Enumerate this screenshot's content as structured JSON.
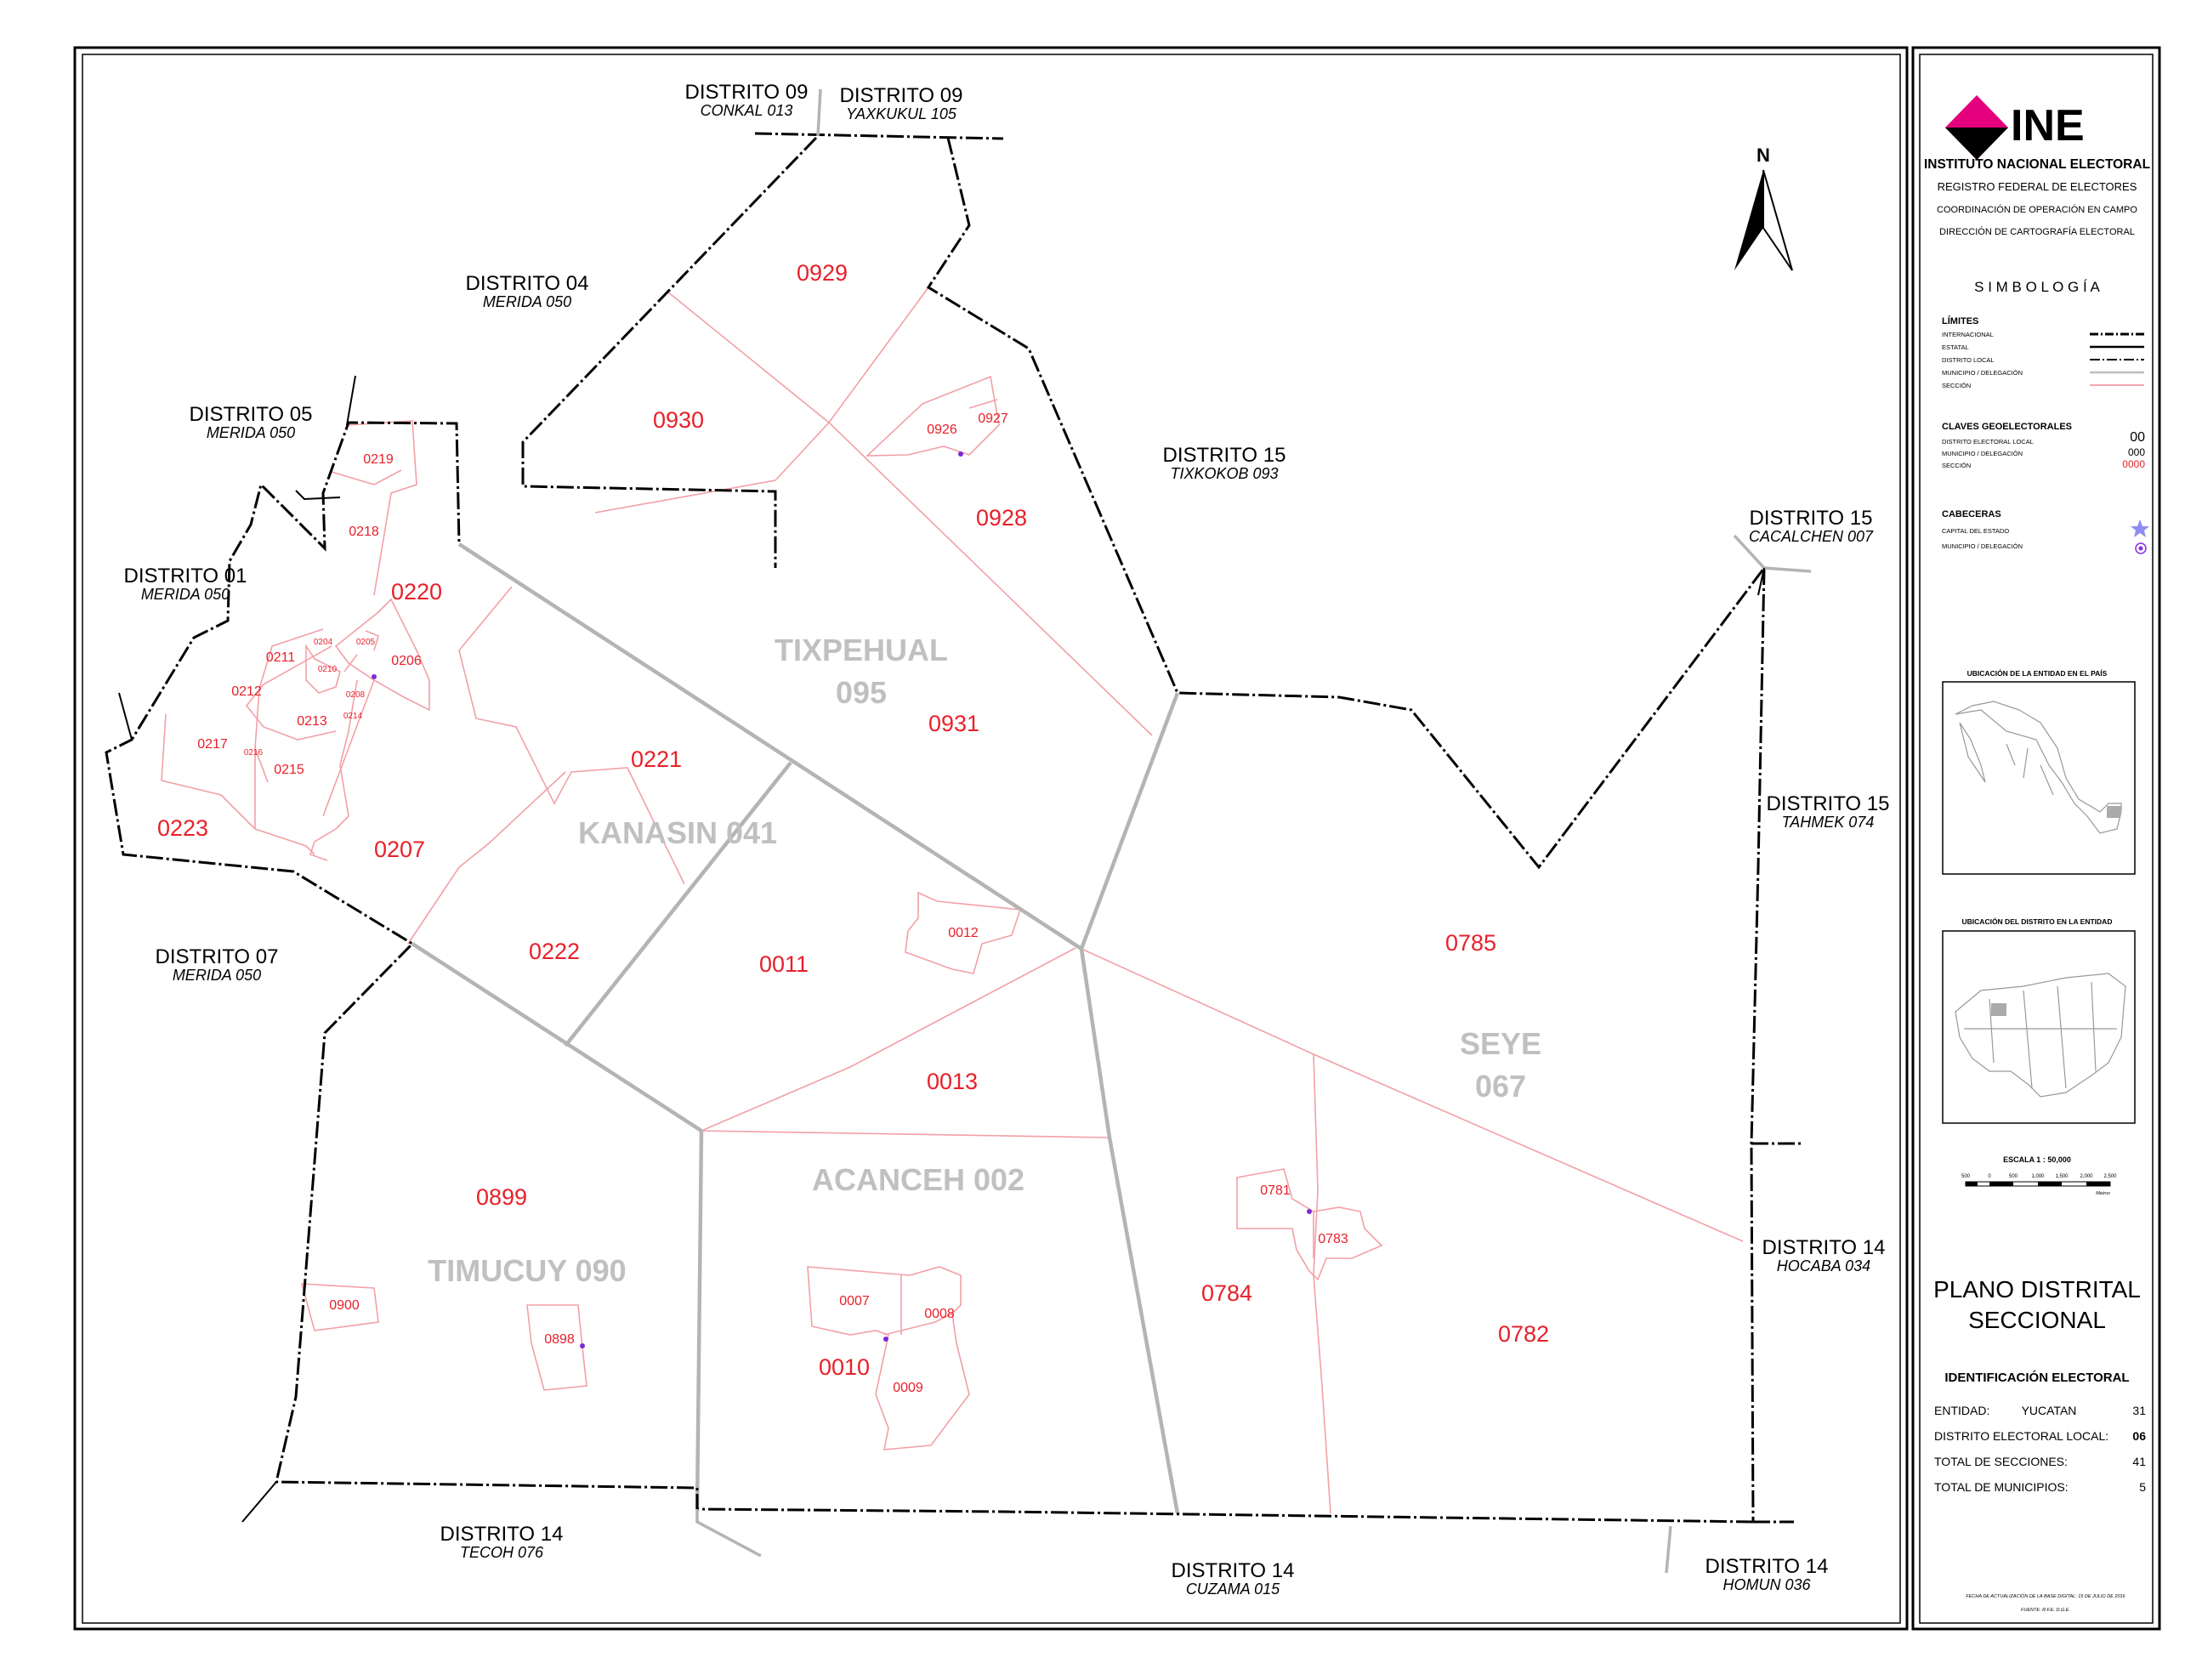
{
  "legend": {
    "logo_text": "INE",
    "institute": "INSTITUTO NACIONAL ELECTORAL",
    "registry": "REGISTRO FEDERAL DE ELECTORES",
    "coordination": "COORDINACIÓN DE OPERACIÓN EN CAMPO",
    "direction": "DIRECCIÓN DE CARTOGRAFÍA ELECTORAL",
    "symbology_title": "S I M B O L O G Í A",
    "limits_title": "LÍMITES",
    "limits": [
      {
        "label": "INTERNACIONAL",
        "style": "intl"
      },
      {
        "label": "ESTATAL",
        "style": "state"
      },
      {
        "label": "DISTRITO LOCAL",
        "style": "district"
      },
      {
        "label": "MUNICIPIO / DELEGACIÓN",
        "style": "municipality"
      },
      {
        "label": "SECCIÓN",
        "style": "section"
      }
    ],
    "geo_keys_title": "CLAVES GEOELECTORALES",
    "geo_keys": [
      {
        "label": "DISTRITO ELECTORAL LOCAL",
        "code": "00",
        "color": "#000000"
      },
      {
        "label": "MUNICIPIO / DELEGACIÓN",
        "code": "000",
        "color": "#000000"
      },
      {
        "label": "SECCIÓN",
        "code": "0000",
        "color": "#e8202a"
      }
    ],
    "heads_title": "CABECERAS",
    "heads": [
      {
        "label": "CAPITAL DEL ESTADO",
        "icon": "star-icon"
      },
      {
        "label": "MUNICIPIO / DELEGACIÓN",
        "icon": "dot-icon"
      }
    ],
    "country_location_title": "UBICACIÓN DE LA ENTIDAD EN EL PAÍS",
    "state_location_title": "UBICACIÓN DEL DISTRITO EN LA ENTIDAD",
    "scale_title": "ESCALA 1 : 50,000",
    "scale_ticks": [
      "500",
      "0",
      "500",
      "1,000",
      "1,500",
      "2,000",
      "2,500"
    ],
    "scale_unit": "Metros",
    "plan_title_1": "PLANO DISTRITAL",
    "plan_title_2": "SECCIONAL",
    "ident_title": "IDENTIFICACIÓN ELECTORAL",
    "ident_rows": [
      {
        "label": "ENTIDAD:",
        "name": "YUCATAN",
        "value": "31"
      },
      {
        "label": "DISTRITO ELECTORAL LOCAL:",
        "name": "",
        "value": "06"
      },
      {
        "label": "TOTAL DE SECCIONES:",
        "name": "",
        "value": "41"
      },
      {
        "label": "TOTAL DE MUNICIPIOS:",
        "name": "",
        "value": "5"
      }
    ],
    "update_note": "FECHA DE ACTUALIZACIÓN DE LA BASE DIGITAL: 15 DE JULIO DE 2016",
    "source_note": "FUENTE: R.F.E. D.G.E."
  },
  "north_label": "N",
  "districts": [
    {
      "name": "DISTRITO 09",
      "mun": "CONKAL 013"
    },
    {
      "name": "DISTRITO 09",
      "mun": "YAXKUKUL 105"
    },
    {
      "name": "DISTRITO 04",
      "mun": "MERIDA 050"
    },
    {
      "name": "DISTRITO 05",
      "mun": "MERIDA 050"
    },
    {
      "name": "DISTRITO 01",
      "mun": "MERIDA 050"
    },
    {
      "name": "DISTRITO 15",
      "mun": "TIXKOKOB 093"
    },
    {
      "name": "DISTRITO 15",
      "mun": "CACALCHEN 007"
    },
    {
      "name": "DISTRITO 15",
      "mun": "TAHMEK 074"
    },
    {
      "name": "DISTRITO 07",
      "mun": "MERIDA 050"
    },
    {
      "name": "DISTRITO 14",
      "mun": "HOCABA 034"
    },
    {
      "name": "DISTRITO 14",
      "mun": "TECOH 076"
    },
    {
      "name": "DISTRITO 14",
      "mun": "CUZAMA 015"
    },
    {
      "name": "DISTRITO 14",
      "mun": "HOMUN 036"
    }
  ],
  "municipalities": [
    {
      "line1": "TIXPEHUAL",
      "line2": "095"
    },
    {
      "line1": "KANASIN 041",
      "line2": ""
    },
    {
      "line1": "SEYE",
      "line2": "067"
    },
    {
      "line1": "ACANCEH 002",
      "line2": ""
    },
    {
      "line1": "TIMUCUY 090",
      "line2": ""
    }
  ],
  "sections_large": [
    "0929",
    "0930",
    "0928",
    "0931",
    "0220",
    "0221",
    "0207",
    "0223",
    "0222",
    "0011",
    "0013",
    "0785",
    "0899",
    "0784",
    "0782",
    "0010"
  ],
  "sections_small": [
    "0219",
    "0218",
    "0206",
    "0211",
    "0212",
    "0213",
    "0217",
    "0215",
    "0926",
    "0927",
    "0012",
    "0781",
    "0783",
    "0007",
    "0008",
    "0009",
    "0900",
    "0898"
  ],
  "sections_tiny": [
    "0205",
    "0204",
    "0210",
    "0208",
    "0214",
    "0216"
  ]
}
